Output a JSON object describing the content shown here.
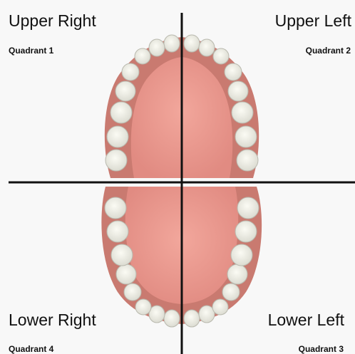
{
  "quadrants": {
    "upper_right": {
      "title": "Upper Right",
      "label": "Quadrant 1"
    },
    "upper_left": {
      "title": "Upper Left",
      "label": "Quadrant 2"
    },
    "lower_left": {
      "title": "Lower Left",
      "label": "Quadrant 3"
    },
    "lower_right": {
      "title": "Lower Right",
      "label": "Quadrant 4"
    }
  },
  "colors": {
    "background": "#f8f8f8",
    "gum": "#c97a70",
    "palate": "#e7958c",
    "tooth": "#efefe6",
    "axis": "#111111"
  },
  "teeth_per_quadrant": 8
}
